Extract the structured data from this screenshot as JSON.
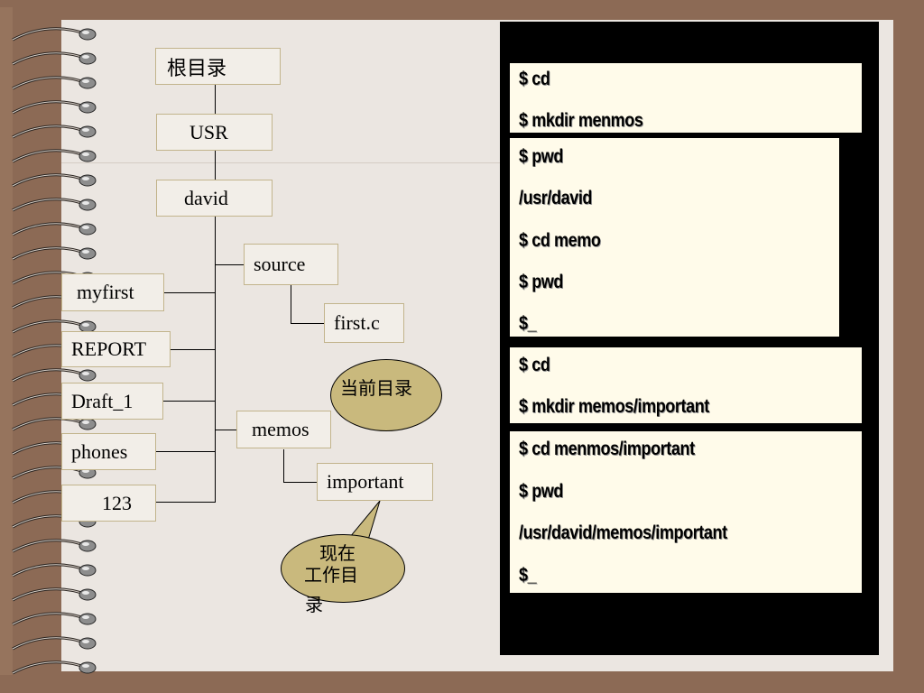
{
  "tree": {
    "root": "根目录",
    "usr": "USR",
    "david": "david",
    "source": "source",
    "first_c": "first.c",
    "myfirst": "myfirst",
    "report": "REPORT",
    "draft": "Draft_1",
    "phones": "phones",
    "n123": "123",
    "memos": "memos",
    "important": "important"
  },
  "bubbles": {
    "current_dir": "当前目录",
    "working_dir_line1": "现在",
    "working_dir_line2": "工作目",
    "working_dir_line3": "录"
  },
  "terminal": {
    "panel1": [
      "$ cd",
      "$ mkdir menmos"
    ],
    "panel2": [
      "$ pwd",
      "/usr/david",
      "$ cd  memo",
      "$ pwd",
      "$_"
    ],
    "panel3": [
      "$ cd",
      "$ mkdir  memos/important"
    ],
    "panel4": [
      "$ cd menmos/important",
      "$ pwd",
      "/usr/david/memos/important",
      "$_"
    ]
  },
  "colors": {
    "background": "#8c6a55",
    "paper": "#ebe6e1",
    "terminal_bg": "#000000",
    "panel_bg": "#fffbea",
    "bubble": "#c9b97d",
    "box_border": "#c2b48c"
  }
}
